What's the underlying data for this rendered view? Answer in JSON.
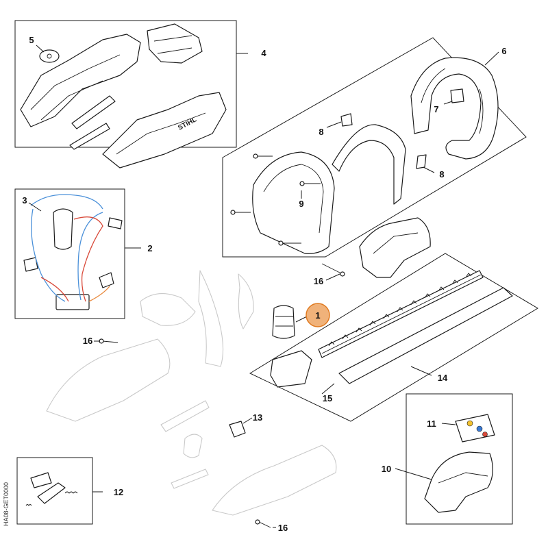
{
  "diagram": {
    "doc_code": "HA08-GET0000",
    "callouts": [
      {
        "id": "c1",
        "label": "1"
      },
      {
        "id": "c2",
        "label": "2"
      },
      {
        "id": "c3",
        "label": "3"
      },
      {
        "id": "c4",
        "label": "4"
      },
      {
        "id": "c5",
        "label": "5"
      },
      {
        "id": "c6",
        "label": "6"
      },
      {
        "id": "c7",
        "label": "7"
      },
      {
        "id": "c8a",
        "label": "8"
      },
      {
        "id": "c8b",
        "label": "8"
      },
      {
        "id": "c9",
        "label": "9"
      },
      {
        "id": "c10",
        "label": "10"
      },
      {
        "id": "c11",
        "label": "11"
      },
      {
        "id": "c12",
        "label": "12"
      },
      {
        "id": "c13",
        "label": "13"
      },
      {
        "id": "c14",
        "label": "14"
      },
      {
        "id": "c15",
        "label": "15"
      },
      {
        "id": "c16a",
        "label": "16"
      },
      {
        "id": "c16b",
        "label": "16"
      },
      {
        "id": "c16c",
        "label": "16"
      }
    ],
    "highlight": {
      "callout": "1",
      "color": "#f0b27a",
      "stroke": "#e07a20"
    },
    "wire_colors": {
      "blue": "#4a90d9",
      "red": "#d94a3a",
      "orange": "#e8873a"
    },
    "brand_text": "STIHL"
  }
}
